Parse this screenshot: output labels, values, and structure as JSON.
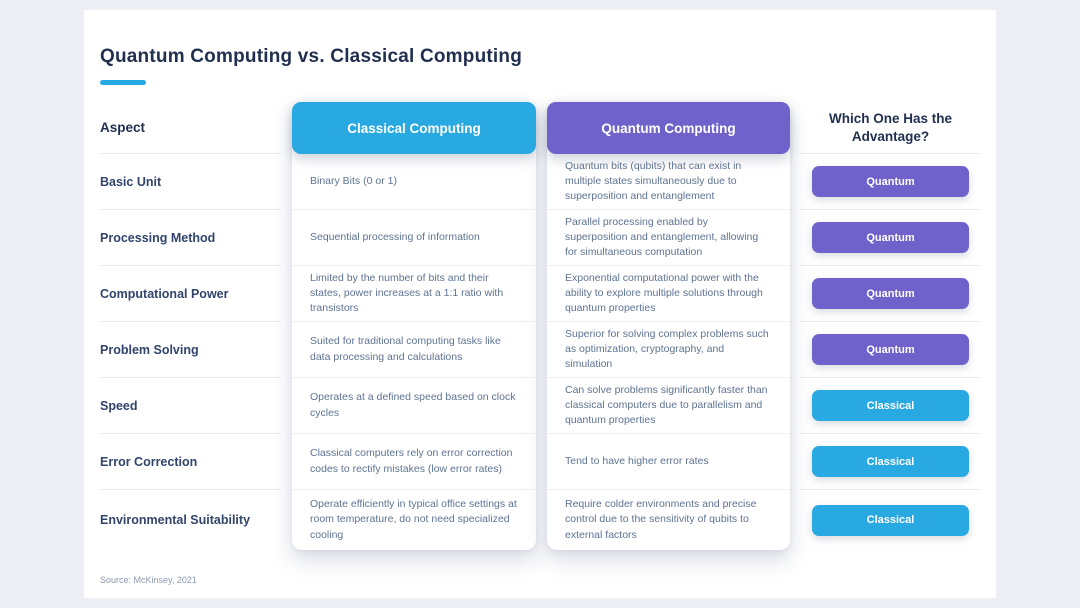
{
  "colors": {
    "classical_blue": "#29A9E1",
    "quantum_purple": "#6F63CB",
    "title_navy": "#22304F"
  },
  "chart_data": {
    "type": "table",
    "title": "Quantum Computing vs. Classical Computing",
    "source": "Source: McKinsey, 2021",
    "columns": [
      "Aspect",
      "Classical Computing",
      "Quantum Computing",
      "Which One Has the Advantage?"
    ],
    "rows": [
      {
        "aspect": "Basic Unit",
        "classical": "Binary Bits (0 or 1)",
        "quantum": "Quantum bits (qubits) that can exist in multiple states simultaneously due to superposition and entanglement",
        "advantage": "Quantum"
      },
      {
        "aspect": "Processing Method",
        "classical": "Sequential processing of information",
        "quantum": "Parallel processing enabled by superposition and entanglement, allowing for simultaneous computation",
        "advantage": "Quantum"
      },
      {
        "aspect": "Computational Power",
        "classical": "Limited by the number of bits and their states, power increases at a 1:1 ratio with transistors",
        "quantum": "Exponential computational power with the ability to explore multiple solutions through quantum properties",
        "advantage": "Quantum"
      },
      {
        "aspect": "Problem Solving",
        "classical": "Suited for traditional computing tasks like data processing and calculations",
        "quantum": "Superior for solving complex problems such as optimization, cryptography, and simulation",
        "advantage": "Quantum"
      },
      {
        "aspect": "Speed",
        "classical": "Operates at a defined speed based on clock cycles",
        "quantum": "Can solve problems significantly faster than classical computers due to parallelism and quantum properties",
        "advantage": "Classical"
      },
      {
        "aspect": "Error Correction",
        "classical": "Classical computers rely on error correction codes to rectify mistakes (low error rates)",
        "quantum": "Tend to have higher error rates",
        "advantage": "Classical"
      },
      {
        "aspect": "Environmental Suitability",
        "classical": "Operate efficiently in typical office settings at room temperature, do not need specialized cooling",
        "quantum": "Require colder environments and precise control due to the sensitivity of qubits to external factors",
        "advantage": "Classical"
      }
    ]
  }
}
